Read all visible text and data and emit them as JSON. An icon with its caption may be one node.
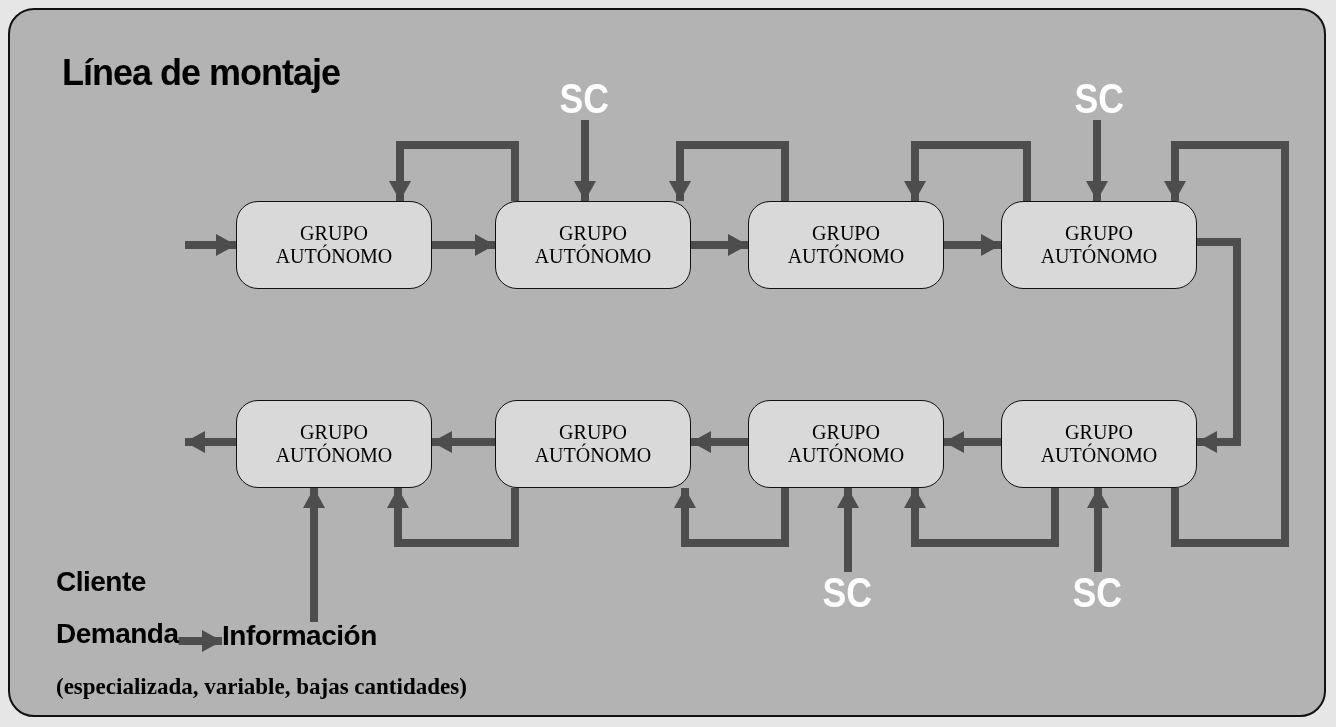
{
  "diagram": {
    "title": "Línea de montaje",
    "nodes": [
      {
        "text": [
          "SC"
        ]
      },
      {
        "text": [
          "SC"
        ]
      },
      {
        "text": [
          "GRUPO AUTÓNOMO"
        ]
      },
      {
        "text": [
          "GRUPO AUTÓNOMO"
        ]
      },
      {
        "text": [
          "GRUPO AUTÓNOMO"
        ]
      },
      {
        "text": [
          "GRUPO AUTÓNOMO"
        ]
      },
      {
        "text": [
          "GRUPO AUTÓNOMO"
        ]
      },
      {
        "text": [
          "GRUPO AUTÓNOMO"
        ]
      },
      {
        "text": [
          "GRUPO AUTÓNOMO"
        ]
      },
      {
        "text": [
          "GRUPO AUTÓNOMO"
        ]
      },
      {
        "text": [
          "SC"
        ]
      },
      {
        "text": [
          "SC"
        ]
      },
      {
        "text": [
          "Demanda"
        ]
      },
      {
        "text": [
          "Información"
        ]
      }
    ],
    "edges": [
      {
        "from": null,
        "to": 2,
        "arrow": "to"
      },
      {
        "from": 2,
        "to": 3,
        "arrow": "to"
      },
      {
        "from": 3,
        "to": 4,
        "arrow": "to"
      },
      {
        "from": 4,
        "to": 5,
        "arrow": "to"
      },
      {
        "from": 3,
        "to": 2,
        "arrow": "to"
      },
      {
        "from": 4,
        "to": 3,
        "arrow": "to"
      },
      {
        "from": 5,
        "to": 4,
        "arrow": "to"
      },
      {
        "from": 0,
        "to": 3,
        "arrow": "to"
      },
      {
        "from": 1,
        "to": 5,
        "arrow": "to"
      },
      {
        "from": 9,
        "to": 5,
        "arrow": "to"
      },
      {
        "from": 5,
        "to": 9,
        "arrow": "to"
      },
      {
        "from": 9,
        "to": 8,
        "arrow": "to"
      },
      {
        "from": 8,
        "to": 7,
        "arrow": "to"
      },
      {
        "from": 7,
        "to": 6,
        "arrow": "to"
      },
      {
        "from": 6,
        "to": null,
        "arrow": "to"
      },
      {
        "from": 7,
        "to": 6,
        "arrow": "to"
      },
      {
        "from": 8,
        "to": 7,
        "arrow": "to"
      },
      {
        "from": 9,
        "to": 8,
        "arrow": "to"
      },
      {
        "from": 10,
        "to": 8,
        "arrow": "to"
      },
      {
        "from": 11,
        "to": 9,
        "arrow": "to"
      },
      {
        "from": 13,
        "to": 6,
        "arrow": "to"
      },
      {
        "from": 12,
        "to": 13,
        "arrow": "to"
      }
    ],
    "labels": [
      "Cliente",
      "(especializada, variable, bajas cantidades)"
    ]
  }
}
